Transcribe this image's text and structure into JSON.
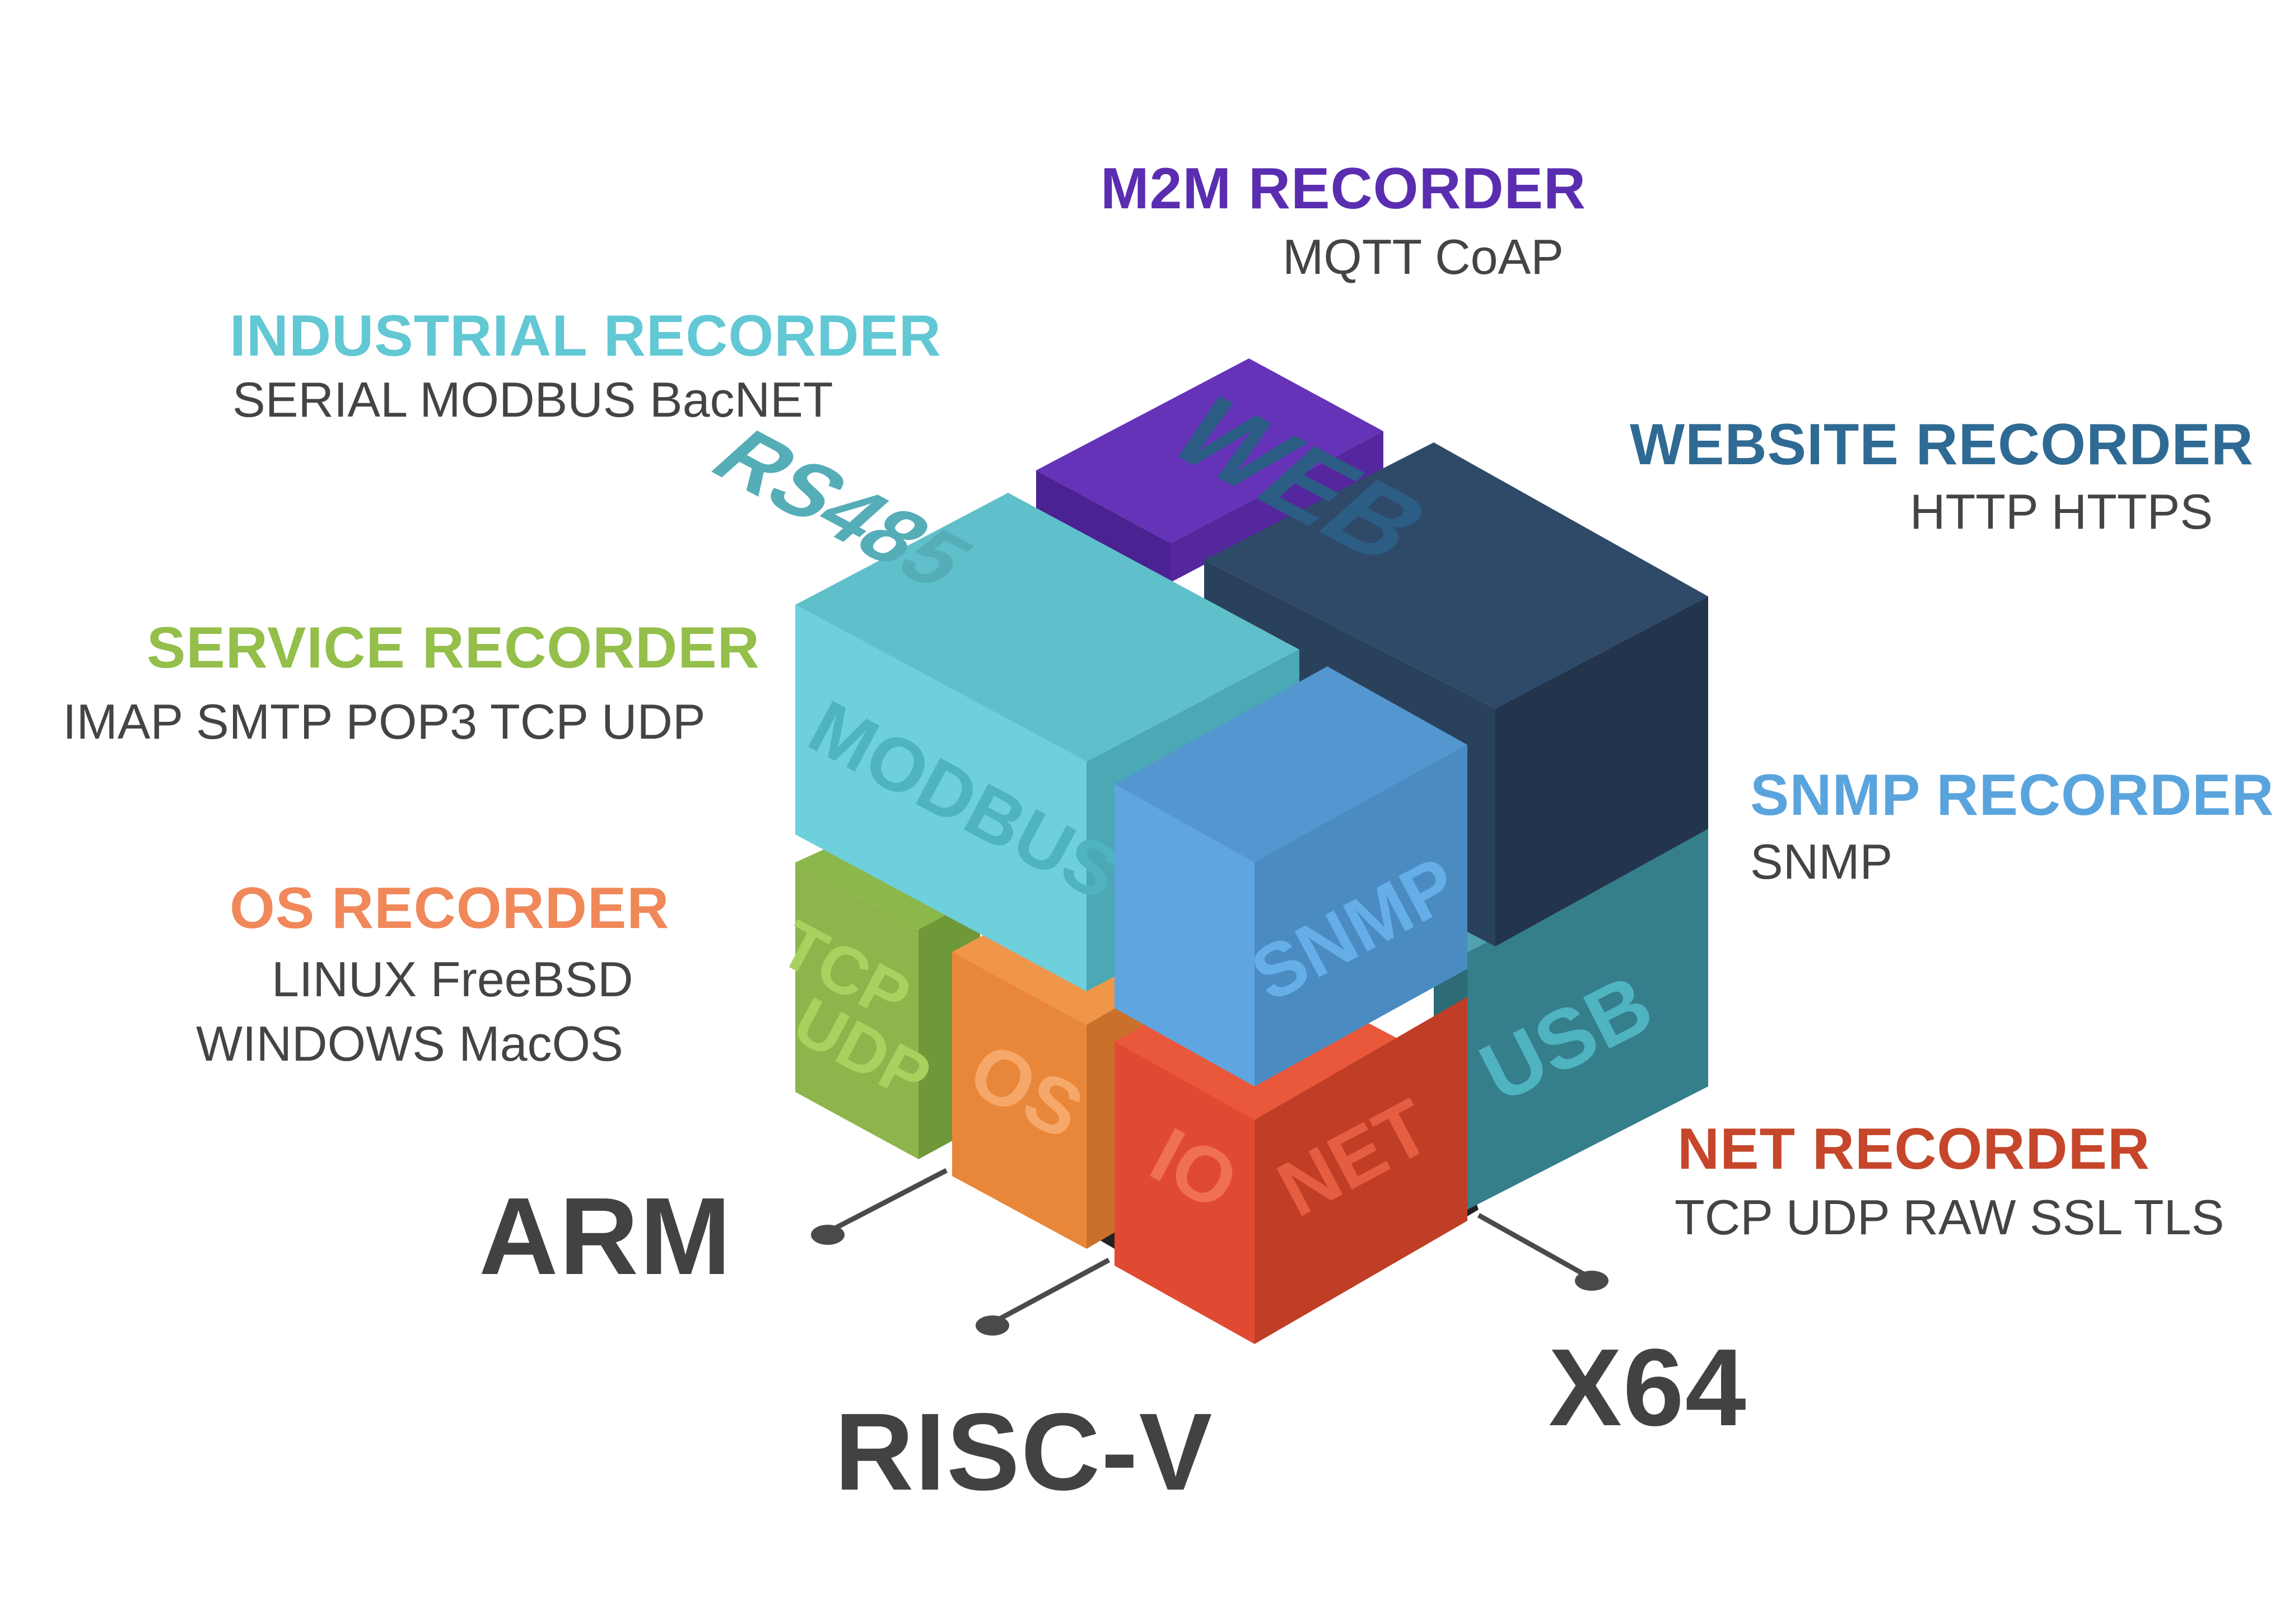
{
  "recorders": {
    "m2m": {
      "title": "M2M RECORDER",
      "sub": "MQTT CoAP"
    },
    "industrial": {
      "title": "INDUSTRIAL RECORDER",
      "sub": "SERIAL MODBUS BacNET"
    },
    "website": {
      "title": "WEBSITE RECORDER",
      "sub": "HTTP HTTPS"
    },
    "service": {
      "title": "SERVICE RECORDER",
      "sub": "IMAP SMTP POP3 TCP UDP"
    },
    "snmp": {
      "title": "SNMP RECORDER",
      "sub": "SNMP"
    },
    "os": {
      "title": "OS RECORDER",
      "sub1": "LINUX FreeBSD",
      "sub2": "WINDOWS MacOS"
    },
    "net": {
      "title": "NET RECORDER",
      "sub": "TCP UDP RAW SSL TLS"
    }
  },
  "arch": {
    "arm": "ARM",
    "riscv": "RISC-V",
    "x64": "X64"
  },
  "blocks": {
    "web": "WEB",
    "rs485": "RS485",
    "modbus": "MODBUS",
    "snmp": "SNMP",
    "tcp": "TCP",
    "udp": "UDP",
    "os": "OS",
    "io": "IO",
    "net": "NET",
    "usb": "USB"
  },
  "colors": {
    "m2m": "#5a2db0",
    "industrial": "#62c8d4",
    "website": "#2e6a93",
    "service": "#93bf4a",
    "snmp": "#5aa4de",
    "os": "#f0885a",
    "net": "#c5462a",
    "arch": "#424242"
  }
}
